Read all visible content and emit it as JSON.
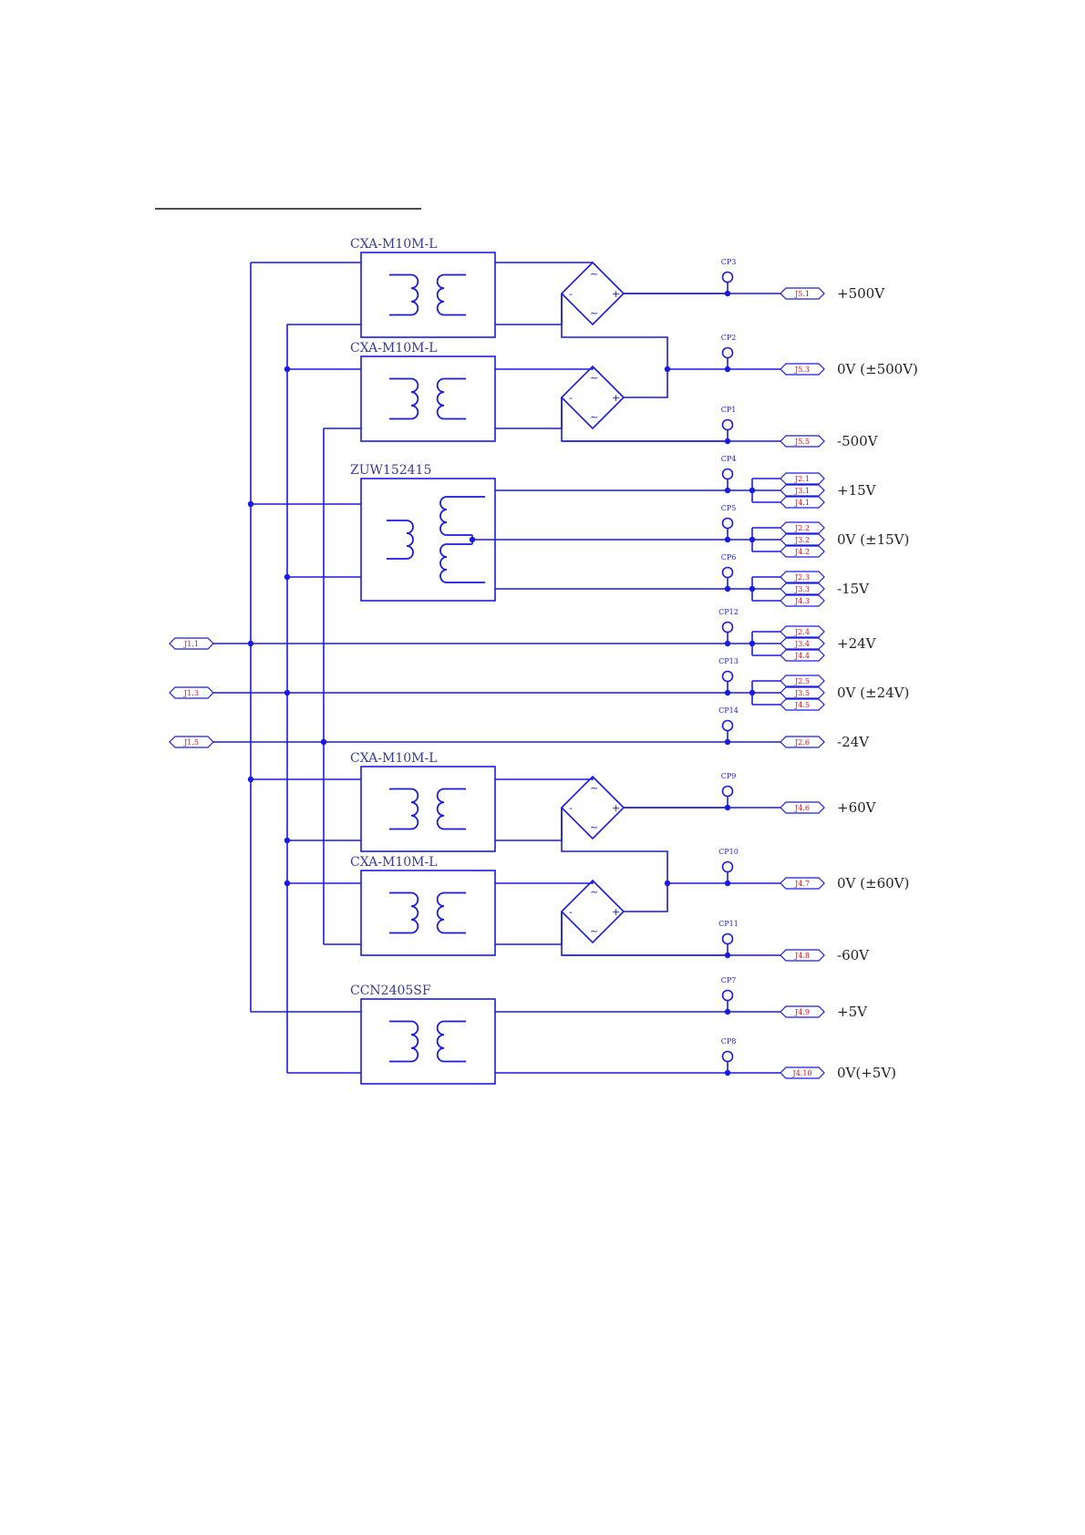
{
  "modules": [
    {
      "id": "m1",
      "label": "CXA-M10M-L"
    },
    {
      "id": "m2",
      "label": "CXA-M10M-L"
    },
    {
      "id": "m3",
      "label": "ZUW152415"
    },
    {
      "id": "m4",
      "label": "CXA-M10M-L"
    },
    {
      "id": "m5",
      "label": "CXA-M10M-L"
    },
    {
      "id": "m6",
      "label": "CCN2405SF"
    }
  ],
  "inputs": [
    "J1.1",
    "J1.3",
    "J1.5"
  ],
  "outputs": [
    {
      "rail": "+500V",
      "cp": "CP3",
      "ports": [
        "J5.1"
      ]
    },
    {
      "rail": "0V (±500V)",
      "cp": "CP2",
      "ports": [
        "J5.3"
      ]
    },
    {
      "rail": "-500V",
      "cp": "CP1",
      "ports": [
        "J5.5"
      ]
    },
    {
      "rail": "+15V",
      "cp": "CP4",
      "ports": [
        "J2.1",
        "J3.1",
        "J4.1"
      ]
    },
    {
      "rail": "0V (±15V)",
      "cp": "CP5",
      "ports": [
        "J2.2",
        "J3.2",
        "J4.2"
      ]
    },
    {
      "rail": "-15V",
      "cp": "CP6",
      "ports": [
        "J2.3",
        "J3.3",
        "J4.3"
      ]
    },
    {
      "rail": "+24V",
      "cp": "CP12",
      "ports": [
        "J2.4",
        "J3.4",
        "J4.4"
      ]
    },
    {
      "rail": "0V (±24V)",
      "cp": "CP13",
      "ports": [
        "J2.5",
        "J3.5",
        "J4.5"
      ]
    },
    {
      "rail": "-24V",
      "cp": "CP14",
      "ports": [
        "J2.6"
      ]
    },
    {
      "rail": "+60V",
      "cp": "CP9",
      "ports": [
        "J4.6"
      ]
    },
    {
      "rail": "0V (±60V)",
      "cp": "CP10",
      "ports": [
        "J4.7"
      ]
    },
    {
      "rail": "-60V",
      "cp": "CP11",
      "ports": [
        "J4.8"
      ]
    },
    {
      "rail": "+5V",
      "cp": "CP7",
      "ports": [
        "J4.9"
      ]
    },
    {
      "rail": "0V(+5V)",
      "cp": "CP8",
      "ports": [
        "J4.10"
      ]
    }
  ],
  "bridge": {
    "plus": "+",
    "minus": "-",
    "ac": "~"
  }
}
